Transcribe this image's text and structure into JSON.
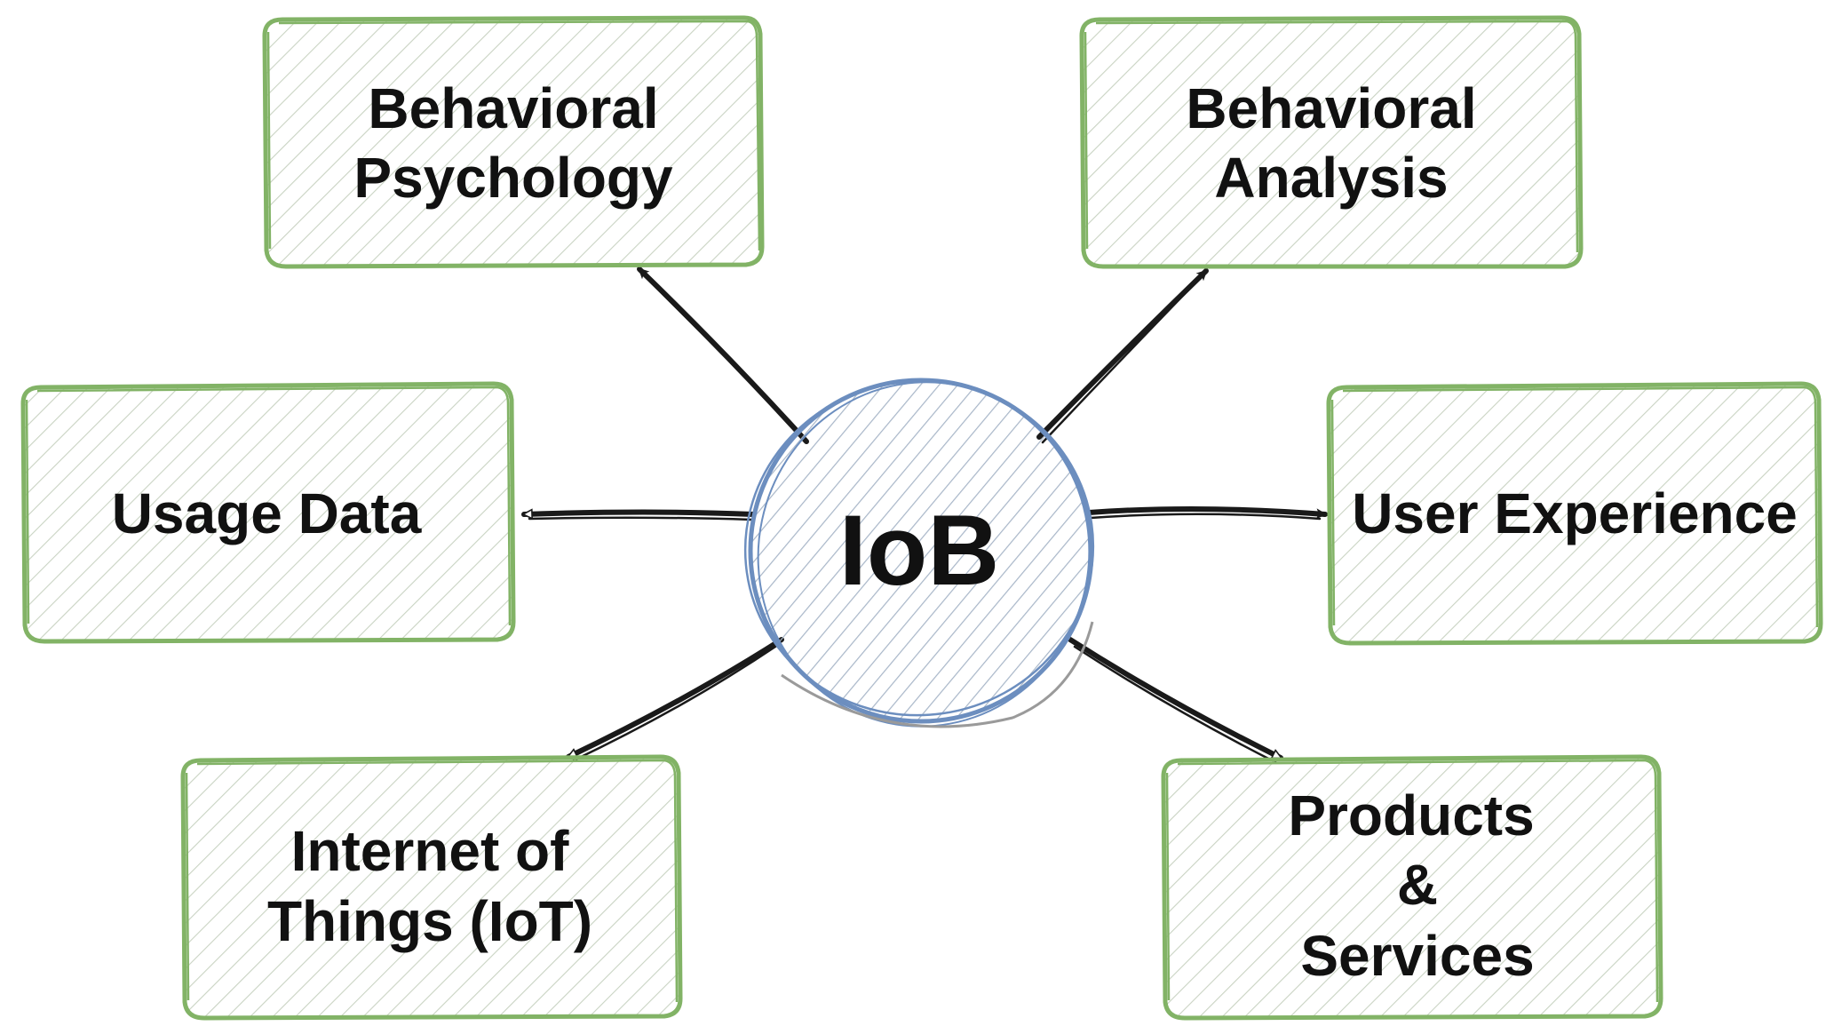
{
  "colors": {
    "box_stroke": "#82b366",
    "box_hatch": "#c9d3c3",
    "circle_stroke": "#6c8ebf",
    "circle_hatch": "#a8b6c8",
    "arrow": "#1a1a1a",
    "text": "#111111"
  },
  "center": {
    "label": "IoB"
  },
  "nodes": {
    "behavioral_psychology": {
      "lines": [
        "Behavioral",
        "Psychology"
      ]
    },
    "behavioral_analysis": {
      "lines": [
        "Behavioral",
        "Analysis"
      ]
    },
    "usage_data": {
      "lines": [
        "Usage Data"
      ]
    },
    "user_experience": {
      "lines": [
        "User Experience"
      ]
    },
    "internet_of_things": {
      "lines": [
        "Internet of",
        "Things (IoT)"
      ]
    },
    "products_services": {
      "lines": [
        "Products",
        "&",
        "Services"
      ]
    }
  }
}
